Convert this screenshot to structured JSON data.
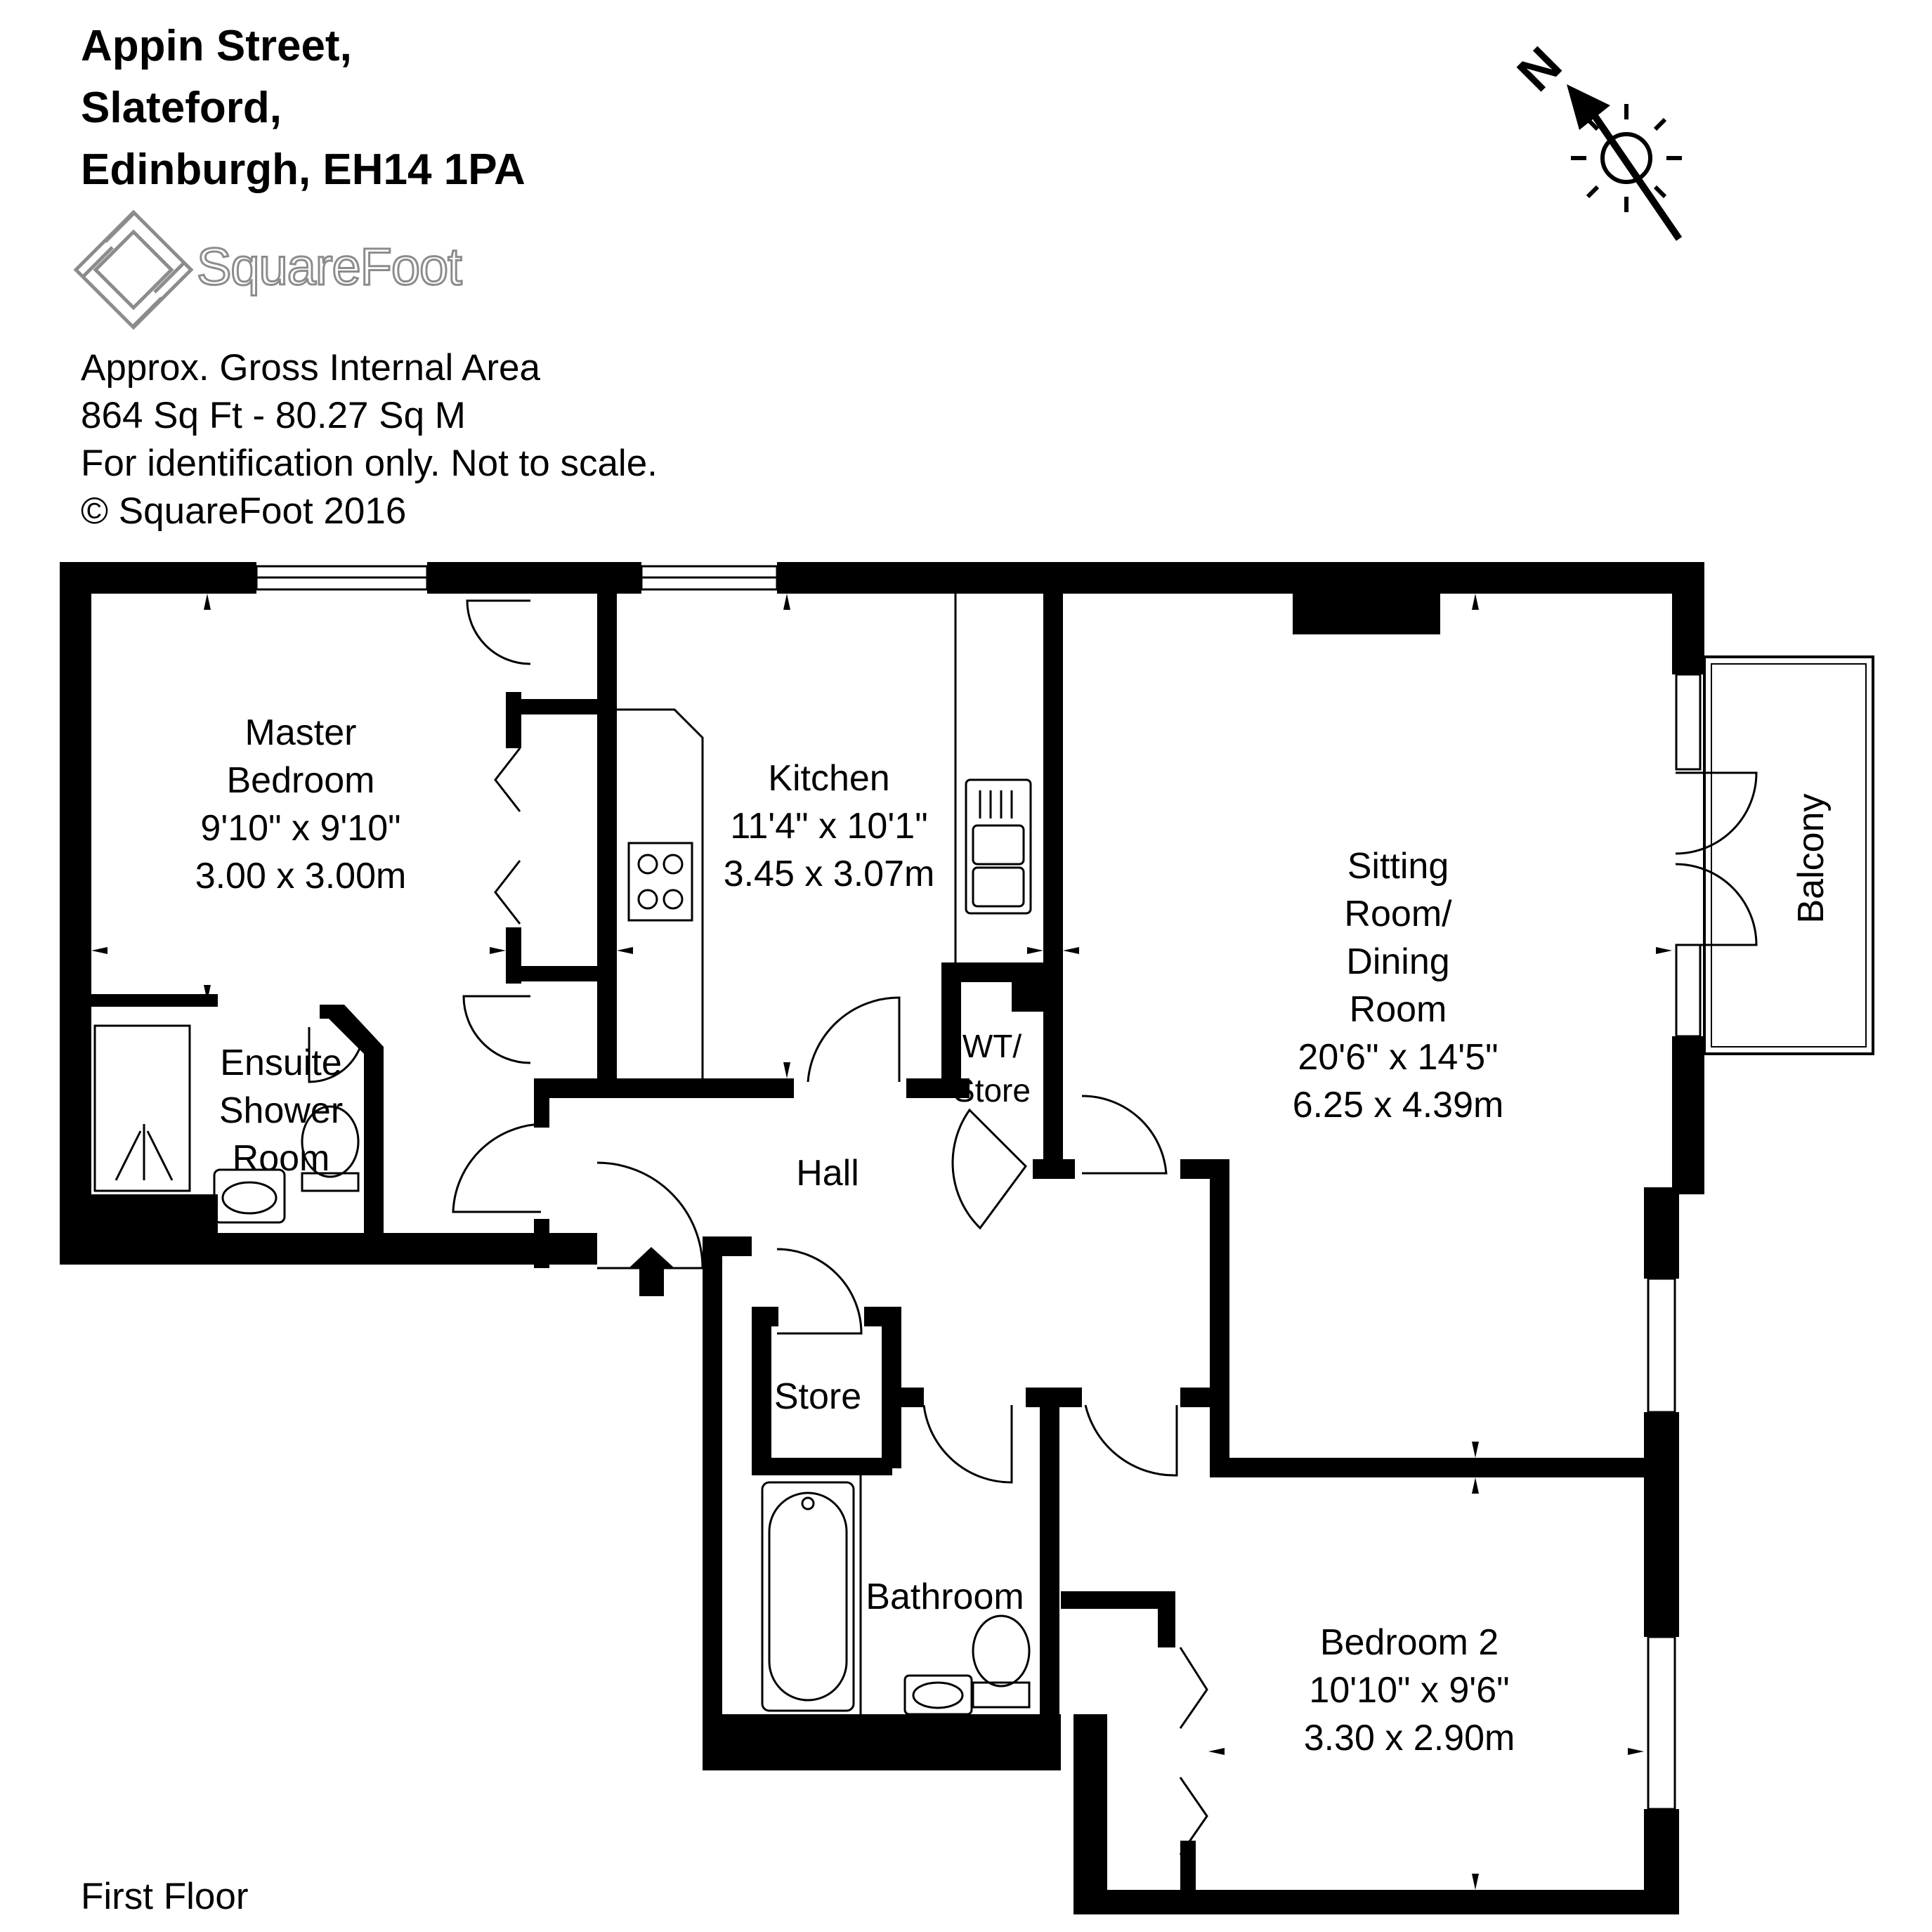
{
  "address": {
    "line1": "Appin Street,",
    "line2": "Slateford,",
    "line3": "Edinburgh, EH14 1PA"
  },
  "brand": {
    "name": "SquareFoot"
  },
  "area": {
    "heading": "Approx. Gross Internal Area",
    "size": "864 Sq Ft  -  80.27 Sq M",
    "disclaimer": "For identification only. Not to scale.",
    "copyright": "© SquareFoot 2016"
  },
  "compass": {
    "letter": "N"
  },
  "floor_label": "First Floor",
  "rooms": {
    "master": {
      "name1": "Master",
      "name2": "Bedroom",
      "imperial": "9'10\" x 9'10\"",
      "metric": "3.00 x 3.00m"
    },
    "kitchen": {
      "name1": "Kitchen",
      "imperial": "11'4\" x 10'1\"",
      "metric": "3.45 x 3.07m"
    },
    "sitting": {
      "name1": "Sitting",
      "name2": "Room/",
      "name3": "Dining",
      "name4": "Room",
      "imperial": "20'6\" x 14'5\"",
      "metric": "6.25 x 4.39m"
    },
    "ensuite": {
      "name1": "Ensuite",
      "name2": "Shower",
      "name3": "Room"
    },
    "wt_store": {
      "name1": "WT/",
      "name2": "Store"
    },
    "hall": {
      "name1": "Hall"
    },
    "store": {
      "name1": "Store"
    },
    "bathroom": {
      "name1": "Bathroom"
    },
    "bedroom2": {
      "name1": "Bedroom 2",
      "imperial": "10'10\" x 9'6\"",
      "metric": "3.30 x 2.90m"
    },
    "balcony": {
      "name1": "Balcony"
    }
  }
}
